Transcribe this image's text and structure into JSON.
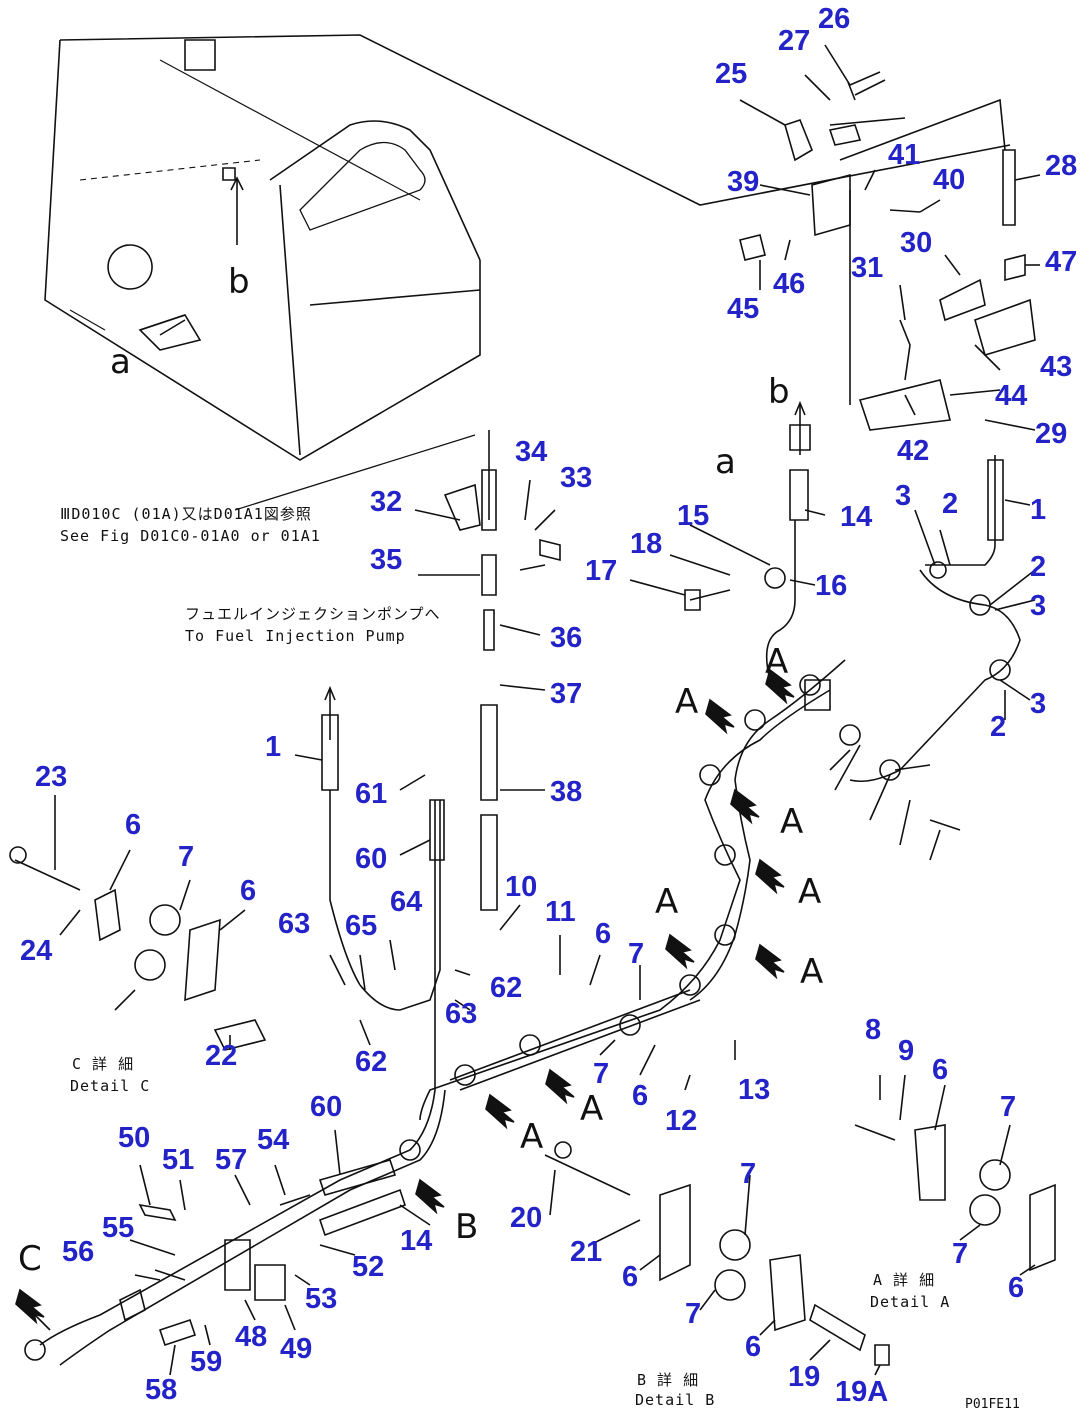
{
  "diagram": {
    "part_numbers": [
      "26",
      "27",
      "25",
      "28",
      "39",
      "41",
      "40",
      "30",
      "47",
      "45",
      "46",
      "31",
      "43",
      "44",
      "29",
      "42",
      "1",
      "2",
      "3",
      "34",
      "33",
      "32",
      "14",
      "15",
      "18",
      "17",
      "16",
      "35",
      "36",
      "37",
      "38",
      "2",
      "3",
      "1",
      "2",
      "3",
      "23",
      "6",
      "7",
      "24",
      "6",
      "22",
      "61",
      "60",
      "63",
      "65",
      "64",
      "62",
      "63",
      "62",
      "10",
      "11",
      "6",
      "7",
      "13",
      "12",
      "6",
      "7",
      "8",
      "9",
      "6",
      "7",
      "7",
      "6",
      "50",
      "51",
      "57",
      "54",
      "60",
      "55",
      "56",
      "58",
      "59",
      "48",
      "49",
      "53",
      "52",
      "14",
      "20",
      "21",
      "6",
      "7",
      "6",
      "7",
      "19",
      "19A"
    ],
    "view_letters": {
      "a": "a",
      "b": "b",
      "b2": "b",
      "a2": "a",
      "C": "C",
      "B": "B",
      "A": "A"
    },
    "notes": {
      "ref_jp": "ⅢD010C (01A)又はD01A1図参照",
      "ref_en": "See Fig D01C0-01A0 or 01A1",
      "fuel_jp": "フュエルインジェクションポンプへ",
      "fuel_en": "To Fuel Injection Pump",
      "detail_c_jp": "C 詳 細",
      "detail_c_en": "Detail C",
      "detail_a_jp": "A 詳 細",
      "detail_a_en": "Detail A",
      "detail_b_jp": "B 詳 細",
      "detail_b_en": "Detail B",
      "figure_code": "P01FE11"
    }
  }
}
